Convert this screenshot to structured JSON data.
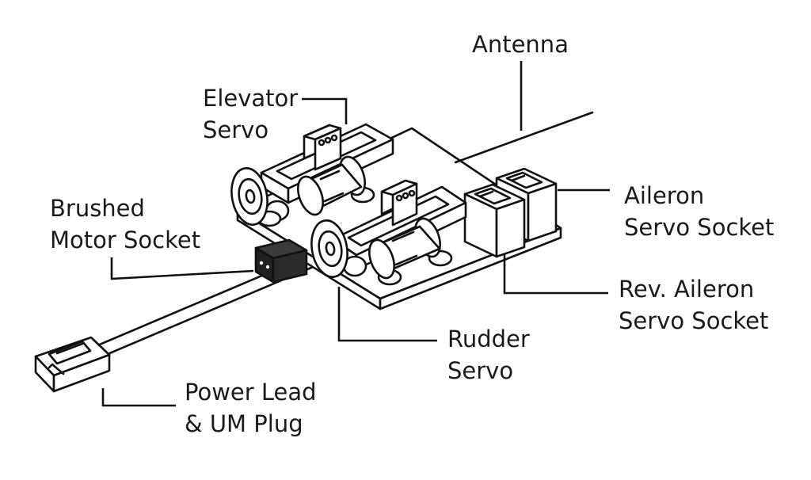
{
  "labels": {
    "antenna": "Antenna",
    "elevator_servo": [
      "Elevator",
      "Servo"
    ],
    "brushed_motor_socket": [
      "Brushed",
      "Motor Socket"
    ],
    "aileron_servo_socket": [
      "Aileron",
      "Servo Socket"
    ],
    "rev_aileron_servo_socket": [
      "Rev. Aileron",
      "Servo Socket"
    ],
    "rudder_servo": [
      "Rudder",
      "Servo"
    ],
    "power_lead_um_plug": [
      "Power Lead",
      "& UM Plug"
    ]
  },
  "colors": {
    "outline": "#111111",
    "fill": "#ffffff",
    "motor_socket": "#2b2b2b",
    "text": "#1a1a1a"
  }
}
